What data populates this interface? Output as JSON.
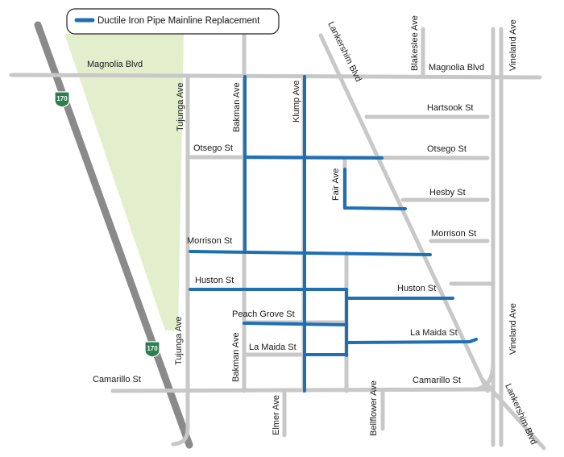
{
  "legend": {
    "label": "Ductile Iron Pipe Mainline Replacement",
    "color": "#1f6fb2"
  },
  "colors": {
    "street": "#c8c8c8",
    "freeway": "#8a8a8a",
    "pipe": "#1f6fb2",
    "park": "#e3efcc",
    "shield": "#2e7d4f"
  },
  "freeway": {
    "route": "170"
  },
  "streets": {
    "magnolia_west": "Magnolia Blvd",
    "magnolia_east": "Magnolia Blvd",
    "hartsook": "Hartsook St",
    "otsego_west": "Otsego St",
    "otsego_east": "Otsego St",
    "hesby": "Hesby St",
    "morrison_west": "Morrison St",
    "morrison_east": "Morrison St",
    "huston_west": "Huston St",
    "huston_east": "Huston St",
    "peach_grove": "Peach Grove St",
    "la_maida_west": "La Maida St",
    "la_maida_east": "La Maida St",
    "camarillo_west": "Camarillo St",
    "camarillo_east": "Camarillo St",
    "tujunga_north": "Tujunga Ave",
    "tujunga_south": "Tujunga Ave",
    "bakman_north": "Bakman Ave",
    "bakman_south": "Bakman Ave",
    "klump": "Klump Ave",
    "fair": "Fair Ave",
    "elmer": "Elmer Ave",
    "bellflower": "Bellflower Ave",
    "lankershim_north": "Lankershim Blvd",
    "lankershim_south": "Lankershim Blvd",
    "blakeslee": "Blakeslee Ave",
    "vineland_north": "Vineland Ave",
    "vineland_south": "Vineland Ave"
  }
}
